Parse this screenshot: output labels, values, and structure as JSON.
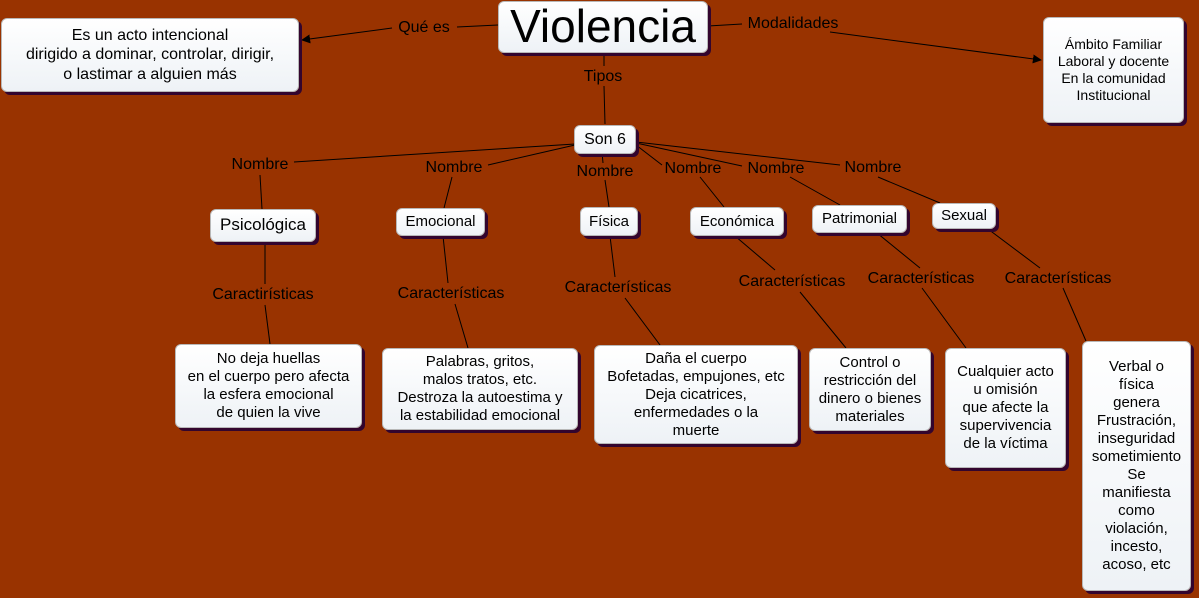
{
  "map": {
    "title": "Violencia",
    "definition": "Es un acto intencional\ndirigido a dominar, controlar, dirigir,\no lastimar a alguien más",
    "modalidades": "Ámbito Familiar\nLaboral y docente\nEn la comunidad\nInstitucional",
    "count": "Son 6",
    "links": {
      "que_es": "Qué es",
      "modalidades": "Modalidades",
      "tipos": "Tipos",
      "nombre": "Nombre",
      "caract_psico": "Caractirísticas",
      "caract": "Características"
    },
    "types": [
      {
        "name": "Psicológica",
        "description": "No deja huellas\nen el cuerpo pero afecta\nla esfera emocional\nde quien la vive"
      },
      {
        "name": "Emocional",
        "description": "Palabras, gritos,\nmalos tratos, etc.\nDestroza la autoestima y\nla estabilidad emocional"
      },
      {
        "name": "Física",
        "description": "Daña el cuerpo\nBofetadas, empujones, etc\nDeja cicatrices,\nenfermedades o la\nmuerte"
      },
      {
        "name": "Económica",
        "description": "Control o\nrestricción del\ndinero o bienes\nmateriales"
      },
      {
        "name": "Patrimonial",
        "description": "Cualquier acto\nu omisión\nque afecte la\nsupervivencia\nde la víctima"
      },
      {
        "name": "Sexual",
        "description": "Verbal o\nfísica\ngenera\nFrustración,\ninseguridad\nsometimiento\nSe\nmanifiesta\ncomo\nviolación,\nincesto,\nacoso, etc"
      }
    ]
  }
}
